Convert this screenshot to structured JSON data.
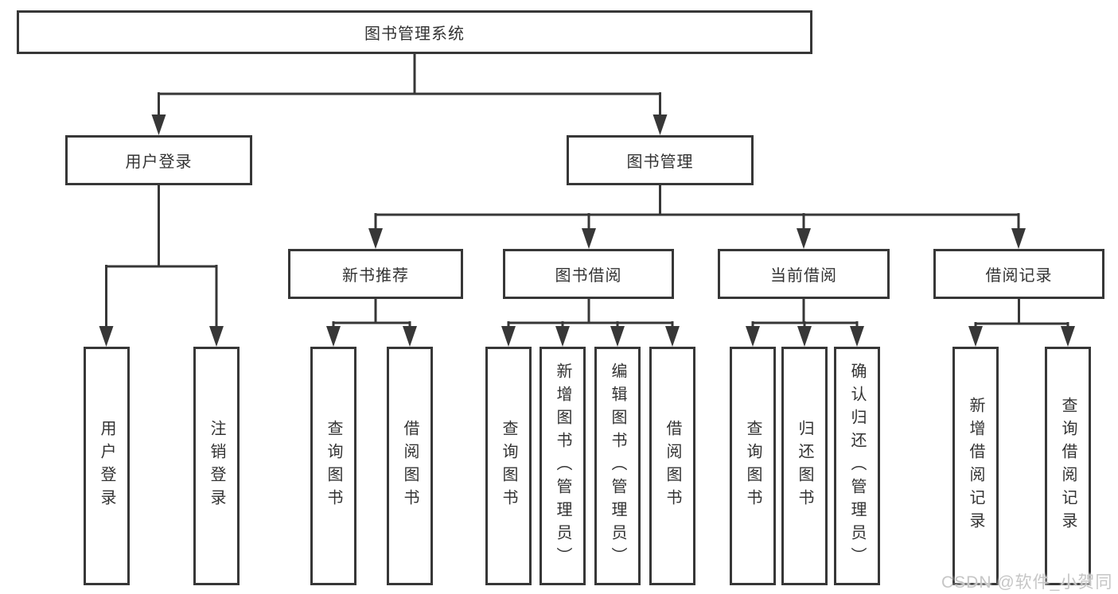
{
  "diagram": {
    "root": {
      "label": "图书管理系统"
    },
    "level2": [
      {
        "label": "用户登录"
      },
      {
        "label": "图书管理"
      }
    ],
    "level3": [
      {
        "label": "新书推荐",
        "parent": "图书管理"
      },
      {
        "label": "图书借阅",
        "parent": "图书管理"
      },
      {
        "label": "当前借阅",
        "parent": "图书管理"
      },
      {
        "label": "借阅记录",
        "parent": "图书管理"
      }
    ],
    "leaves": [
      {
        "label": "用户登录",
        "parent": "用户登录"
      },
      {
        "label": "注销登录",
        "parent": "用户登录"
      },
      {
        "label": "查询图书",
        "parent": "新书推荐"
      },
      {
        "label": "借阅图书",
        "parent": "新书推荐"
      },
      {
        "label": "查询图书",
        "parent": "图书借阅"
      },
      {
        "label": "新增图书（管理员）",
        "parent": "图书借阅"
      },
      {
        "label": "编辑图书（管理员）",
        "parent": "图书借阅"
      },
      {
        "label": "借阅图书",
        "parent": "图书借阅"
      },
      {
        "label": "查询图书",
        "parent": "当前借阅"
      },
      {
        "label": "归还图书",
        "parent": "当前借阅"
      },
      {
        "label": "确认归还（管理员）",
        "parent": "当前借阅"
      },
      {
        "label": "新增借阅记录",
        "parent": "借阅记录"
      },
      {
        "label": "查询借阅记录",
        "parent": "借阅记录"
      }
    ],
    "colors": {
      "line": "#373737",
      "box_border": "#373737",
      "box_fill": "#ffffff",
      "text": "#333333",
      "watermark": "#c6c6c6"
    }
  },
  "watermark": {
    "text": "CSDN @软件_小贺同学"
  }
}
